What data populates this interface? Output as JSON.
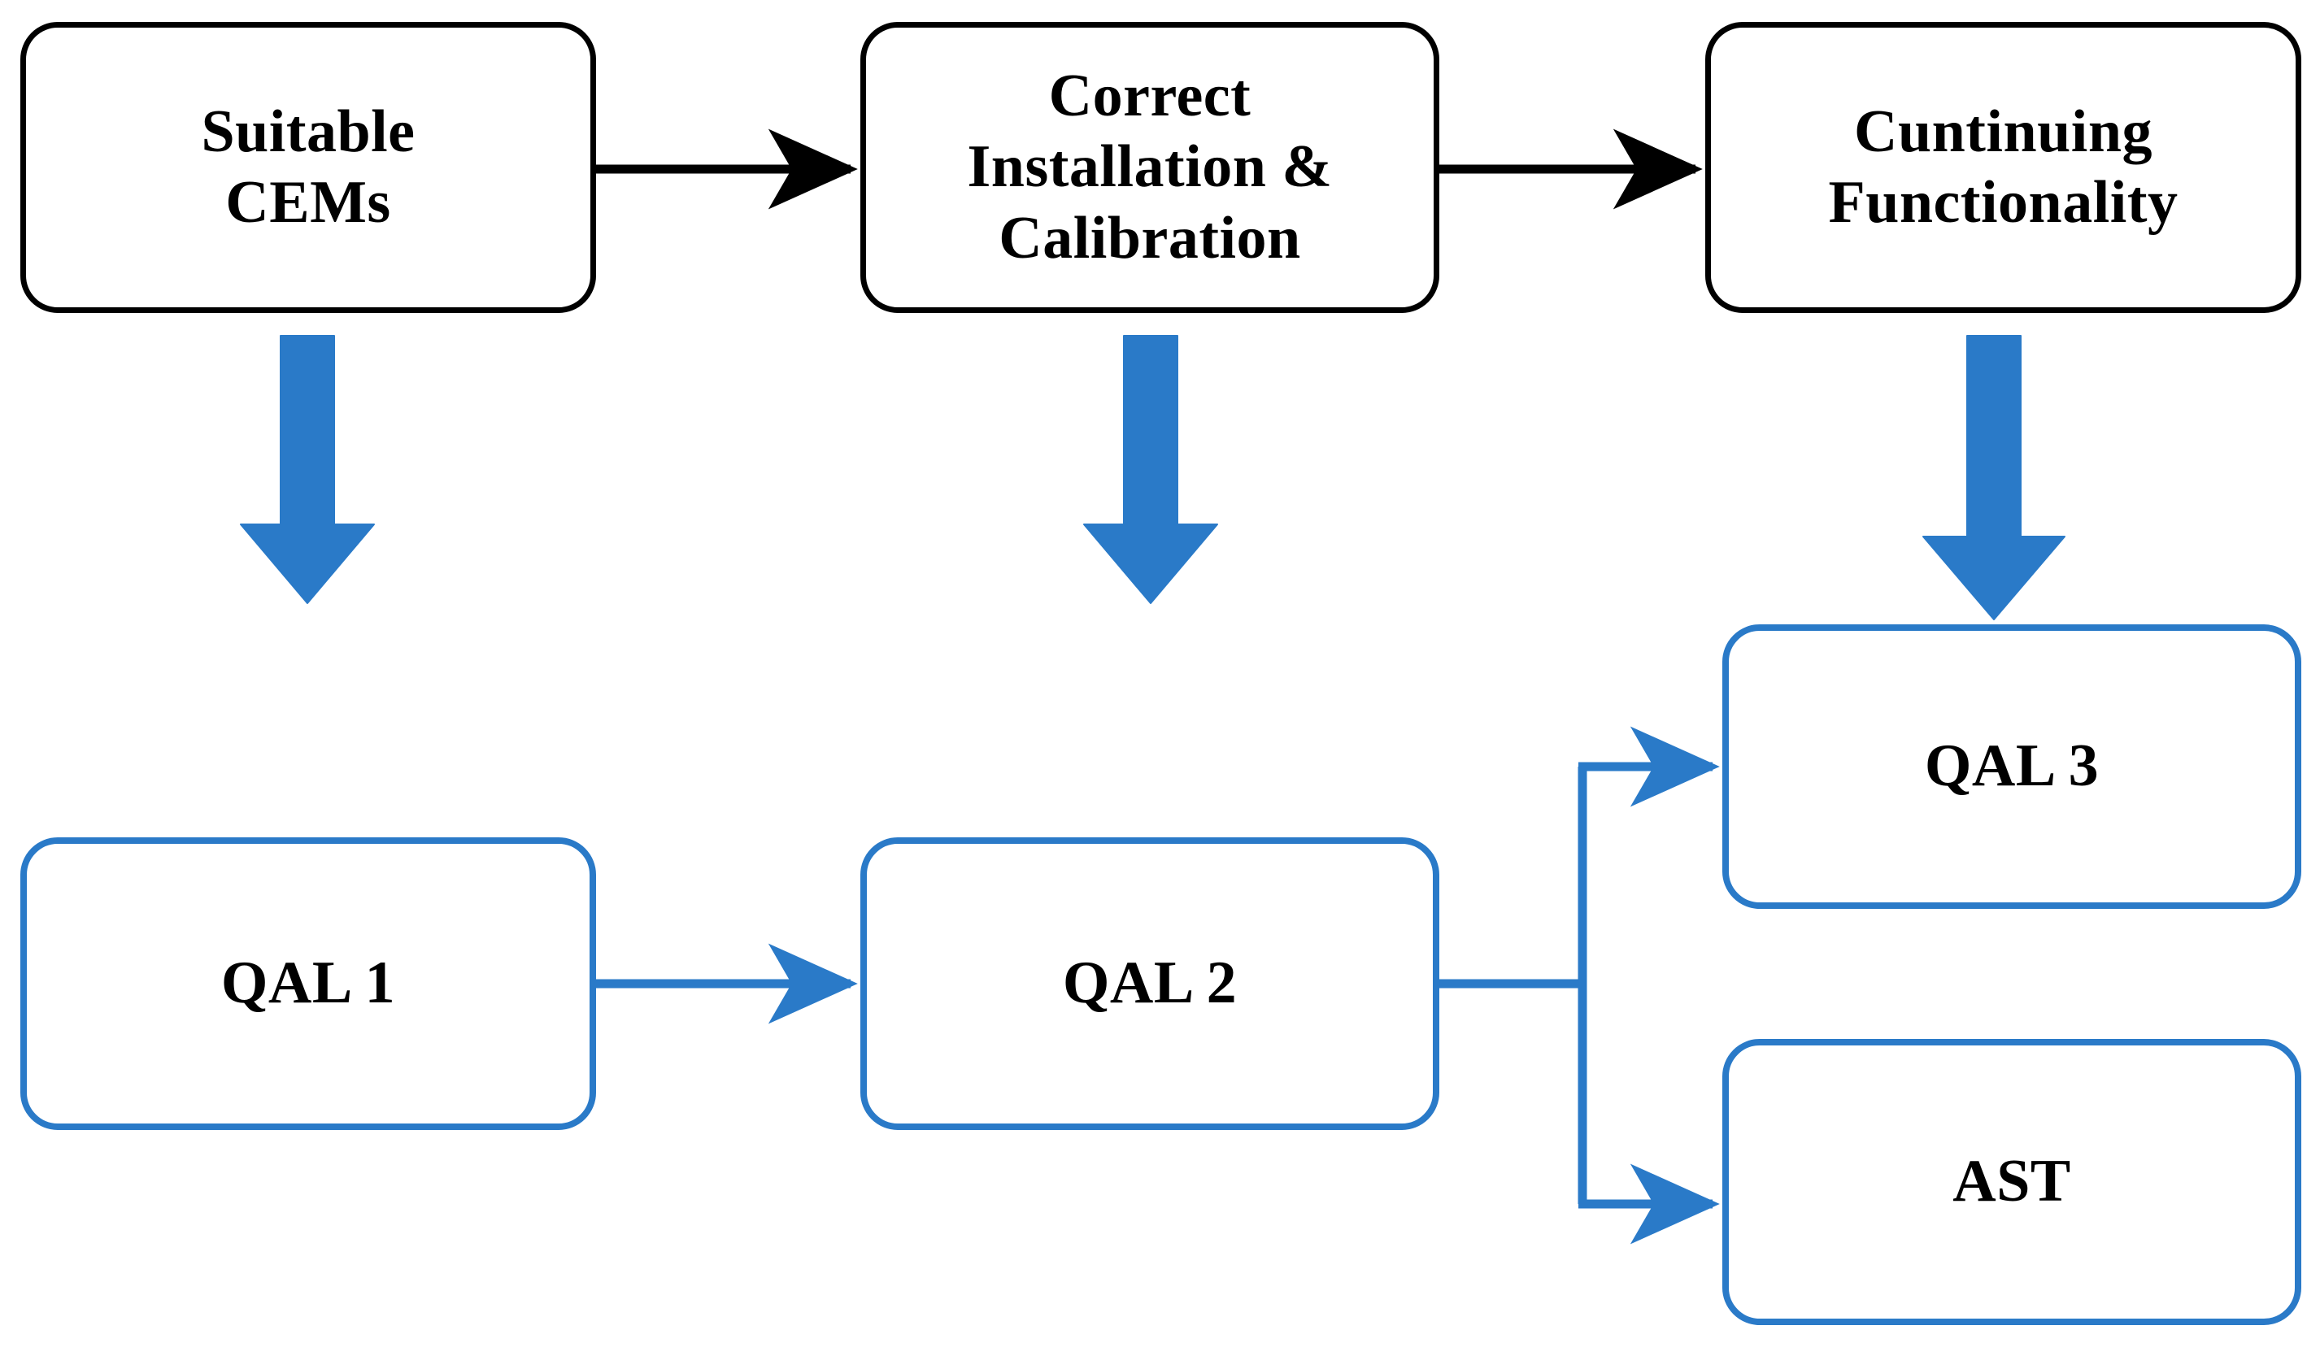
{
  "diagram": {
    "title": "CEM Quality Assurance Levels Flow",
    "colors": {
      "blue": "#2A7AC8",
      "black": "#000000",
      "background": "#FFFFFF"
    },
    "top_row": {
      "nodes": [
        {
          "id": "suitable-cems",
          "label": "Suitable\nCEMs"
        },
        {
          "id": "correct-install",
          "label": "Correct\nInstallation &\nCalibration"
        },
        {
          "id": "continuing-func",
          "label": "Cuntinuing\nFunctionality"
        }
      ]
    },
    "bottom_row": {
      "nodes": [
        {
          "id": "qal1",
          "label": "QAL 1"
        },
        {
          "id": "qal2",
          "label": "QAL 2"
        },
        {
          "id": "qal3",
          "label": "QAL 3"
        },
        {
          "id": "ast",
          "label": "AST"
        }
      ]
    },
    "connectors": [
      {
        "id": "suitable-to-correct",
        "from": "suitable-cems",
        "to": "correct-install",
        "style": "black-arrow-right"
      },
      {
        "id": "correct-to-continuing",
        "from": "correct-install",
        "to": "continuing-func",
        "style": "black-arrow-right"
      },
      {
        "id": "suitable-to-qal1",
        "from": "suitable-cems",
        "to": "qal1",
        "style": "blue-block-arrow-down"
      },
      {
        "id": "correct-to-qal2",
        "from": "correct-install",
        "to": "qal2",
        "style": "blue-block-arrow-down"
      },
      {
        "id": "continuing-to-qal3",
        "from": "continuing-func",
        "to": "qal3",
        "style": "blue-block-arrow-down"
      },
      {
        "id": "qal1-to-qal2",
        "from": "qal1",
        "to": "qal2",
        "style": "blue-arrow-right"
      },
      {
        "id": "qal2-to-qal3",
        "from": "qal2",
        "to": "qal3",
        "style": "blue-elbow-arrow-up-right"
      },
      {
        "id": "qal2-to-ast",
        "from": "qal2",
        "to": "ast",
        "style": "blue-elbow-arrow-down-right"
      }
    ]
  }
}
